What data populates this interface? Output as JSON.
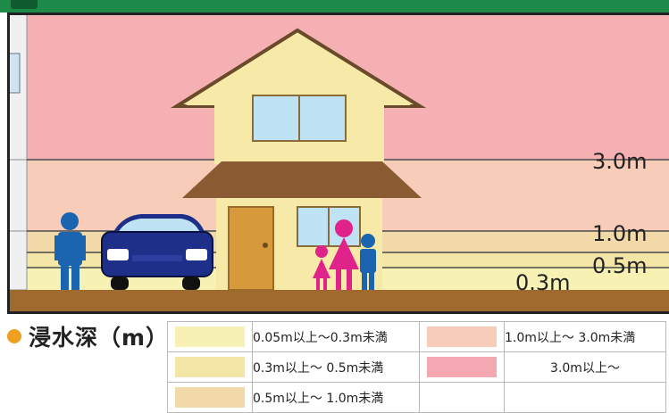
{
  "scene": {
    "colors": {
      "sky": "#f4b0b2",
      "band_3m": "#f7ccb8",
      "band_1m": "#f2d9a8",
      "band_05m": "#f3e6a6",
      "band_03m": "#f7f2b4",
      "ground": "#a0692e",
      "person": "#1a64b0",
      "car": "#1e2f8a",
      "mother": "#e0238a"
    },
    "depth_labels": [
      "3.0m",
      "1.0m",
      "0.5m",
      "0.3m"
    ]
  },
  "legend": {
    "title": "浸水深（m）",
    "items": [
      {
        "label": "0.05m以上～0.3m未満",
        "color": "#f7f2b4"
      },
      {
        "label": "1.0m以上～ 3.0m未満",
        "color": "#f7ccb8"
      },
      {
        "label": "0.3m以上～ 0.5m未満",
        "color": "#f3e6a6"
      },
      {
        "label": "3.0m以上～",
        "color": "#f4a8b2"
      },
      {
        "label": "0.5m以上～ 1.0m未満",
        "color": "#f2d9a8"
      }
    ]
  }
}
